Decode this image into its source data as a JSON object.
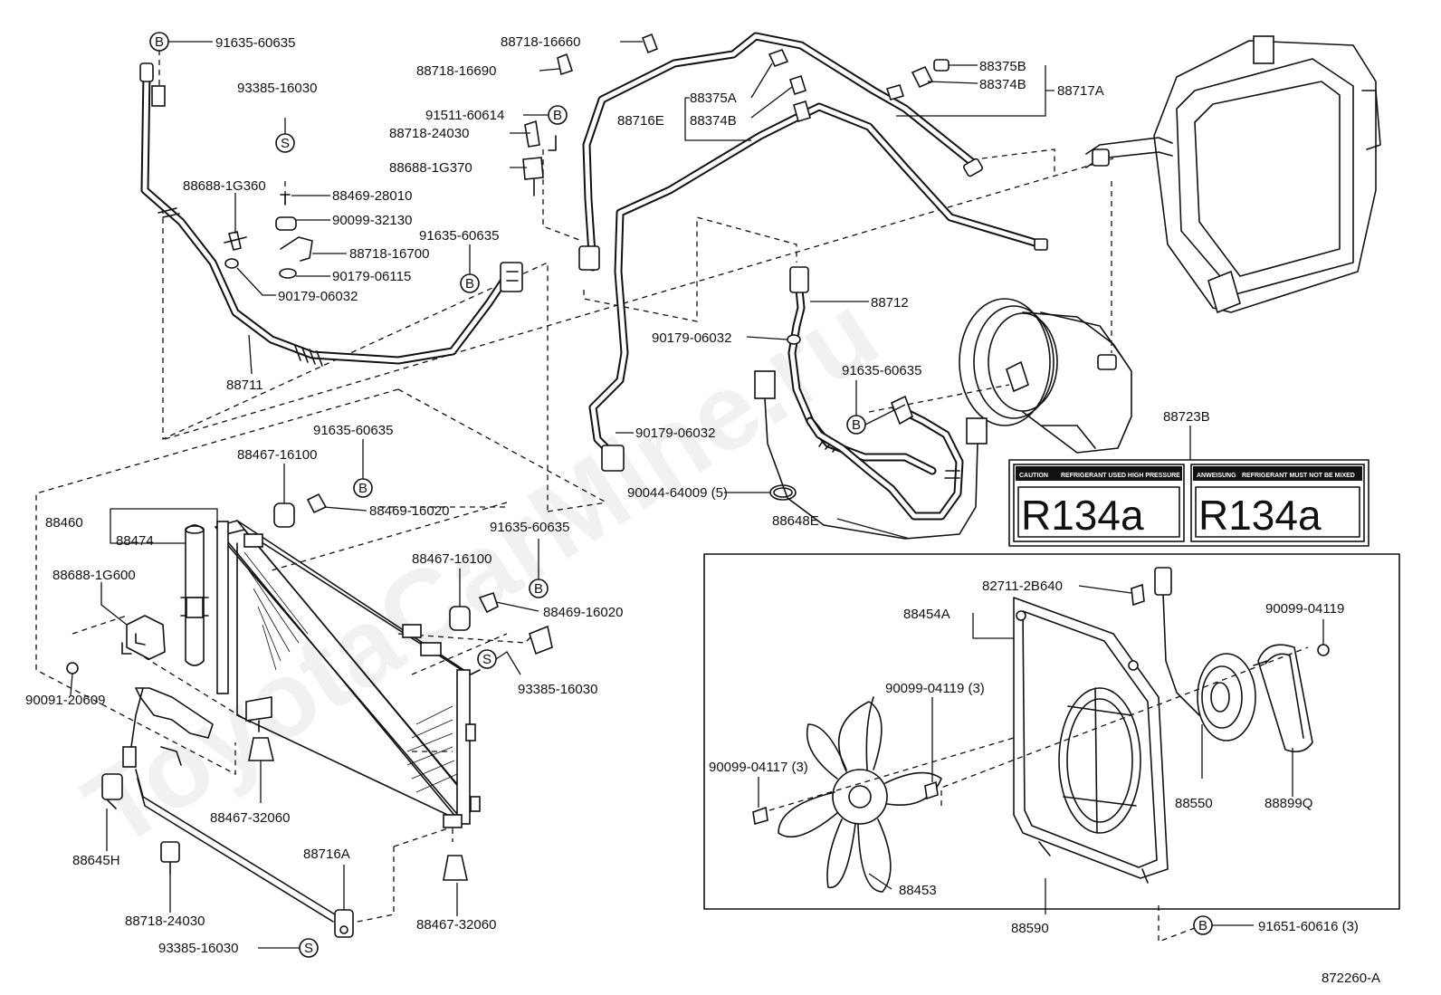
{
  "labels": {
    "l_91635_60635_a": "91635-60635",
    "l_93385_16030_a": "93385-16030",
    "l_88688_1G360": "88688-1G360",
    "l_88469_28010": "88469-28010",
    "l_90099_32130": "90099-32130",
    "l_88718_16700": "88718-16700",
    "l_90179_06115": "90179-06115",
    "l_90179_06032_a": "90179-06032",
    "l_88711": "88711",
    "l_88718_16660": "88718-16660",
    "l_88718_16690": "88718-16690",
    "l_91511_60614": "91511-60614",
    "l_88718_24030_a": "88718-24030",
    "l_88688_1G370": "88688-1G370",
    "l_91635_60635_b": "91635-60635",
    "l_88375A": "88375A",
    "l_88716E": "88716E",
    "l_88374B_a": "88374B",
    "l_88375B": "88375B",
    "l_88374B_b": "88374B",
    "l_88717A": "88717A",
    "l_88712": "88712",
    "l_90179_06032_b": "90179-06032",
    "l_91635_60635_c": "91635-60635",
    "l_90179_06032_c": "90179-06032",
    "l_90044_64009": "90044-64009 (5)",
    "l_88648E": "88648E",
    "l_88723B": "88723B",
    "l_91635_60635_d": "91635-60635",
    "l_88467_16100_a": "88467-16100",
    "l_88469_16020_a": "88469-16020",
    "l_88460": "88460",
    "l_88474": "88474",
    "l_91635_60635_e": "91635-60635",
    "l_88467_16100_b": "88467-16100",
    "l_88469_16020_b": "88469-16020",
    "l_88688_1G600": "88688-1G600",
    "l_93385_16030_b": "93385-16030",
    "l_90091_20609": "90091-20609",
    "l_88467_32060_a": "88467-32060",
    "l_88645H": "88645H",
    "l_88716A": "88716A",
    "l_88718_24030_b": "88718-24030",
    "l_93385_16030_c": "93385-16030",
    "l_88467_32060_b": "88467-32060",
    "l_82711_2B640": "82711-2B640",
    "l_88454A": "88454A",
    "l_90099_04119_a": "90099-04119",
    "l_90099_04119_3": "90099-04119 (3)",
    "l_90099_04117_3": "90099-04117 (3)",
    "l_88550": "88550",
    "l_88899Q": "88899Q",
    "l_88453": "88453",
    "l_88590": "88590",
    "l_91651_60616": "91651-60616 (3)",
    "l_872260A": "872260-A"
  },
  "callout_markers": {
    "B": "B",
    "S": "S"
  },
  "caution_label": {
    "left_head_1": "CAUTION",
    "left_head_2": "REFRIGERANT USED HIGH PRESSURE",
    "right_head_1": "ANWEISUNG",
    "right_head_2": "REFRIGERANT MUST NOT BE MIXED",
    "left_code": "R134a",
    "right_code": "R134a"
  },
  "watermark": "ToyotaCarMine.ru"
}
